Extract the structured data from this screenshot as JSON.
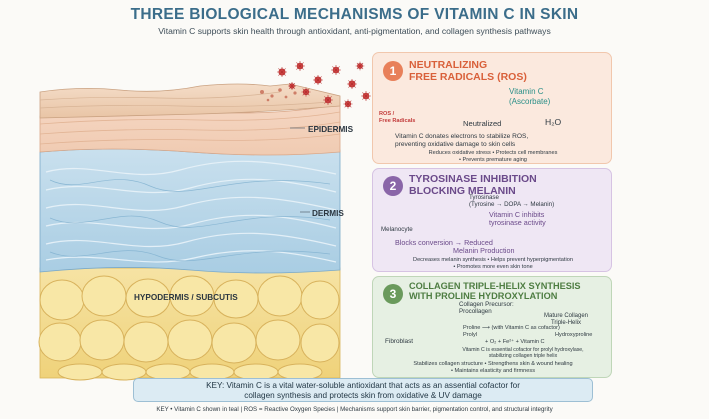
{
  "header": {
    "title": "THREE BIOLOGICAL MECHANISMS OF VITAMIN C IN SKIN",
    "subtitle": "Vitamin C supports skin health through antioxidant, anti-pigmentation, and collagen synthesis pathways"
  },
  "skin_layers": {
    "epidermis": "EPIDERMIS",
    "dermis": "DERMIS",
    "hypodermis": "HYPODERMIS / SUBCUTIS"
  },
  "panel1": {
    "number": "1",
    "title_line1": "NEUTRALIZING",
    "title_line2": "FREE RADICALS (ROS)",
    "ros_label_line1": "ROS /",
    "ros_label_line2": "Free Radicals",
    "vitc_line1": "Vitamin C",
    "vitc_line2": "(Ascorbate)",
    "neutralized": "Neutralized",
    "water": "H₂O",
    "desc_line1": "Vitamin C donates electrons to stabilize ROS,",
    "desc_line2": "preventing oxidative damage to skin cells",
    "bullet_line1": "Reduces oxidative stress • Protects cell membranes",
    "bullet_line2": "• Prevents premature aging",
    "accent": "#e8805a"
  },
  "panel2": {
    "number": "2",
    "title_line1": "TYROSINASE INHIBITION",
    "title_line2": "BLOCKING MELANIN",
    "tyr_line1": "Tyrosinase",
    "tyr_line2": "(Tyrosine → DOPA → Melanin)",
    "inhibit_line1": "Vitamin C inhibits",
    "inhibit_line2": "tyrosinase activity",
    "melanocyte": "Melanocyte",
    "blocks_line1": "Blocks conversion → Reduced",
    "blocks_line2": "Melanin Production",
    "bullet_line1": "Decreases melanin synthesis • Helps prevent hyperpigmentation",
    "bullet_line2": "• Promotes more even skin tone",
    "accent": "#8a66a8"
  },
  "panel3": {
    "number": "3",
    "title_line1": "COLLAGEN TRIPLE-HELIX SYNTHESIS",
    "title_line2": "WITH PROLINE HYDROXYLATION",
    "precursor_line1": "Collagen Precursor:",
    "precursor_line2": "Procollagen",
    "mature_line1": "Mature Collagen",
    "mature_line2": "Triple-Helix",
    "proline": "Proline ⟶ (with Vitamin C as cofactor)",
    "prolyl": "Prolyl",
    "hydroxy": "Hydroxyproline",
    "cofactors": "+ O₂ + Fe²⁺ + Vitamin C",
    "fibroblast": "Fibroblast",
    "essential_line1": "Vitamin C is essential cofactor for prolyl hydroxylase,",
    "essential_line2": "stabilizing collagen triple helix",
    "bullet_line1": "Stabilizes collagen structure • Strengthens skin & wound healing",
    "bullet_line2": "• Maintains elasticity and firmness",
    "accent": "#6a9a5c"
  },
  "key": {
    "line1": "KEY: Vitamin C is a vital water-soluble antioxidant that acts as an assential cofactor for",
    "line2": "collagen synthesis and protects skin from oxidative & UV damage"
  },
  "footer": {
    "text": "KEY  • Vitamin C shown in teal  |  ROS = Reactive Oxygen Species  |  Mechanisms support skin barrier, pigmentation control, and structural integrity"
  }
}
